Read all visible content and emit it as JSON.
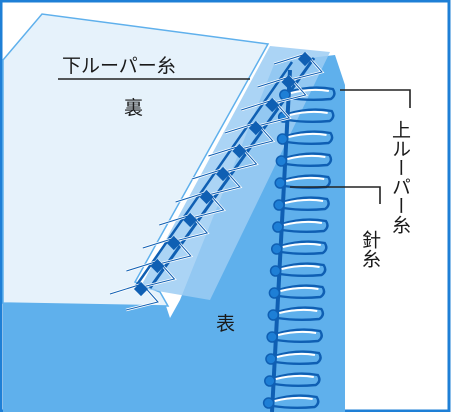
{
  "labels": {
    "lower_looper_thread": "下ルーパー糸",
    "back_side": "裏",
    "upper_looper_thread": "上ルーパー糸",
    "needle_thread": "針糸",
    "front_side": "表"
  },
  "colors": {
    "frame_blue": "#1e7fd6",
    "front_fabric": "#5fb0ec",
    "back_fabric": "#e6f2fb",
    "folded_edge": "#9ccdf3",
    "stitch_dark": "#0f5fb3",
    "thread_white": "#ffffff",
    "leader_line": "#222222"
  }
}
